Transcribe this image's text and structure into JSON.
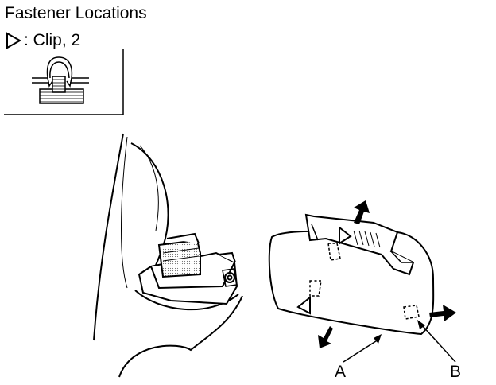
{
  "title": "Fastener Locations",
  "legend": {
    "symbol_icon": "triangle-outline-icon",
    "label": ": Clip, 2"
  },
  "callouts": {
    "a": "A",
    "b": "B"
  }
}
